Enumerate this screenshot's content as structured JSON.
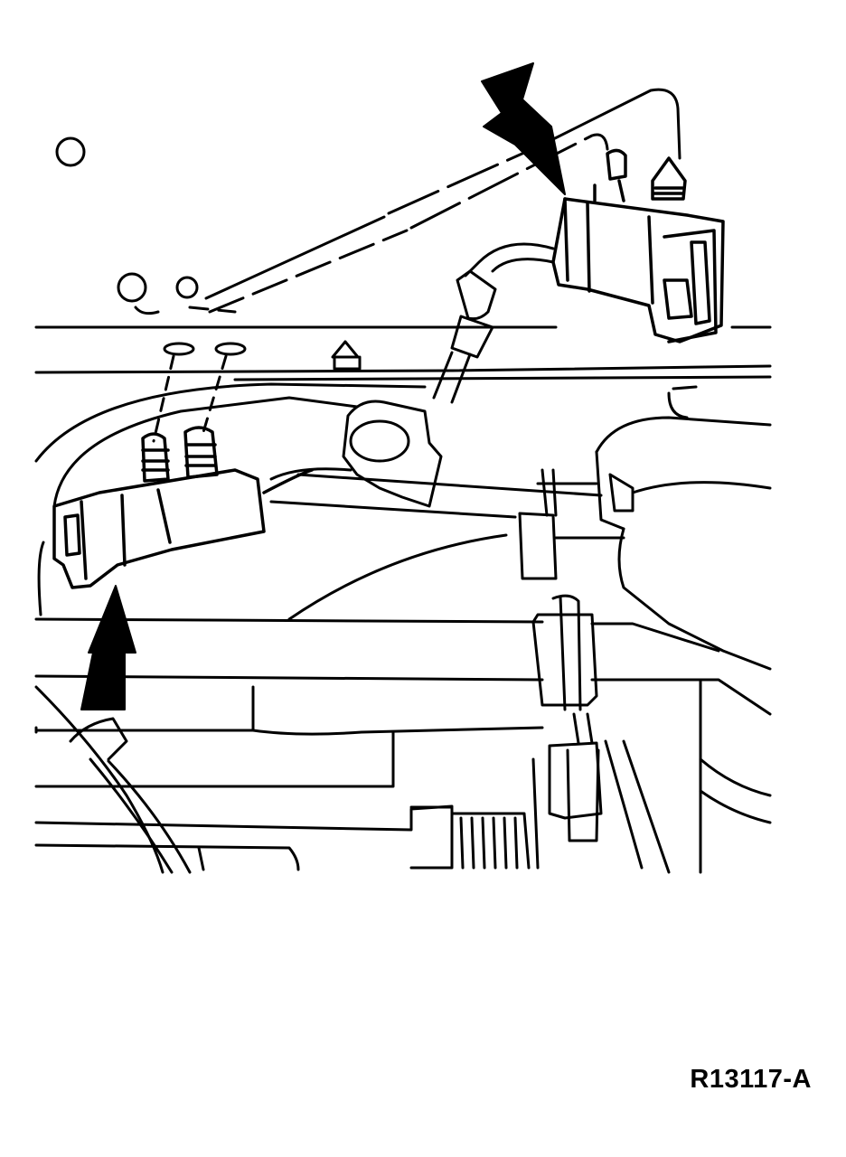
{
  "figure": {
    "reference_code": "R13117-A",
    "style": "monochrome line drawing",
    "ink_color": "#000000",
    "paper_color": "#ffffff",
    "callouts": [
      {
        "name": "arrow-upper-right",
        "points_to": "upper-sensor-connector"
      },
      {
        "name": "arrow-lower-left",
        "points_to": "lower-sensor-connector"
      }
    ]
  }
}
